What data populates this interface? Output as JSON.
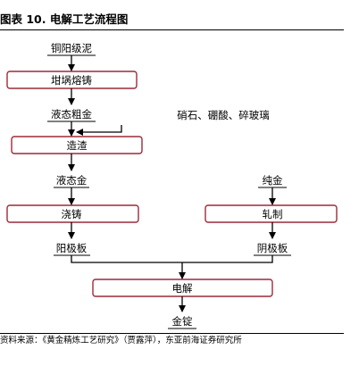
{
  "title": "图表 10. 电解工艺流程图",
  "nodes": {
    "copper_anode_mud": "铜阳级泥",
    "crucible_melting": "坩埚熔铸",
    "liquid_crude_gold": "液态粗金",
    "reagents": "硝石、硼酸、碎玻璃",
    "slagging": "造渣",
    "liquid_gold": "液态金",
    "pure_gold": "纯金",
    "casting": "浇铸",
    "rolling": "轧制",
    "anode_plate": "阳极板",
    "cathode_plate": "阴极板",
    "electrolysis": "电解",
    "gold_ingot": "金锭"
  },
  "source": "资料来源：《黄金精炼工艺研究》（贾露萍），东亚前海证券研究所",
  "colors": {
    "box_border": "#9c2a3a",
    "line": "#000000"
  }
}
